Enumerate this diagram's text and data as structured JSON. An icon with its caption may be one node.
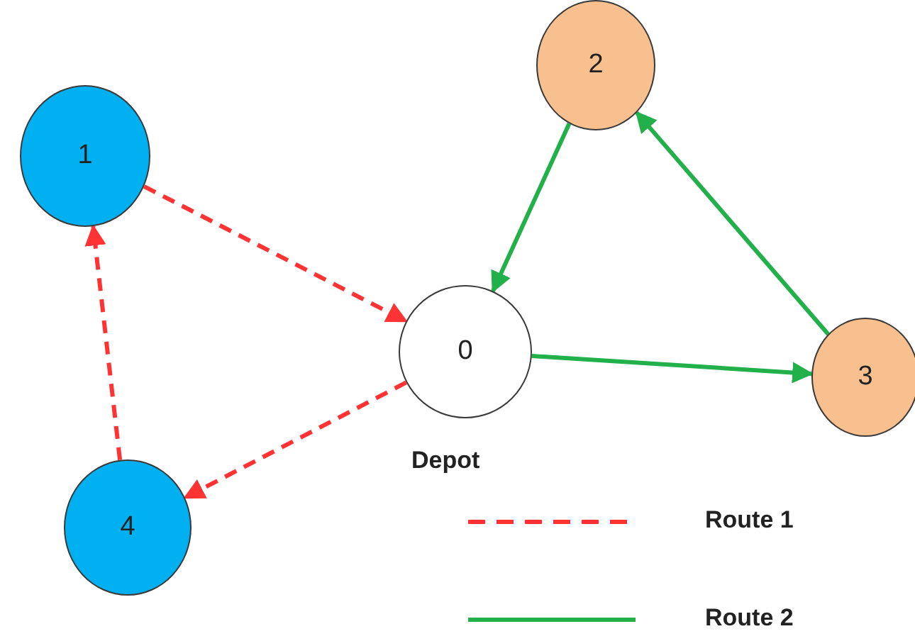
{
  "diagram": {
    "nodes": [
      {
        "text": [
          "2"
        ]
      },
      {
        "text": [
          "1"
        ]
      },
      {
        "text": [
          "0"
        ],
        "beside": [
          "Depot"
        ]
      },
      {
        "text": [
          "3"
        ]
      },
      {
        "text": [
          "4"
        ]
      }
    ],
    "edges": [
      {
        "from": 1,
        "to": 2,
        "arrow": "to",
        "style": "dashed",
        "color": "#ff3333"
      },
      {
        "from": 2,
        "to": 4,
        "arrow": "to",
        "style": "dashed",
        "color": "#ff3333"
      },
      {
        "from": 4,
        "to": 1,
        "arrow": "to",
        "style": "dashed",
        "color": "#ff3333"
      },
      {
        "from": 0,
        "to": 2,
        "arrow": "to",
        "color": "#22b04b"
      },
      {
        "from": 2,
        "to": 3,
        "arrow": "to",
        "color": "#22b04b"
      },
      {
        "from": 3,
        "to": 0,
        "arrow": "to",
        "color": "#22b04b"
      }
    ],
    "legend": [
      {
        "text": "Route 1"
      },
      {
        "text": "Route 2"
      }
    ]
  }
}
